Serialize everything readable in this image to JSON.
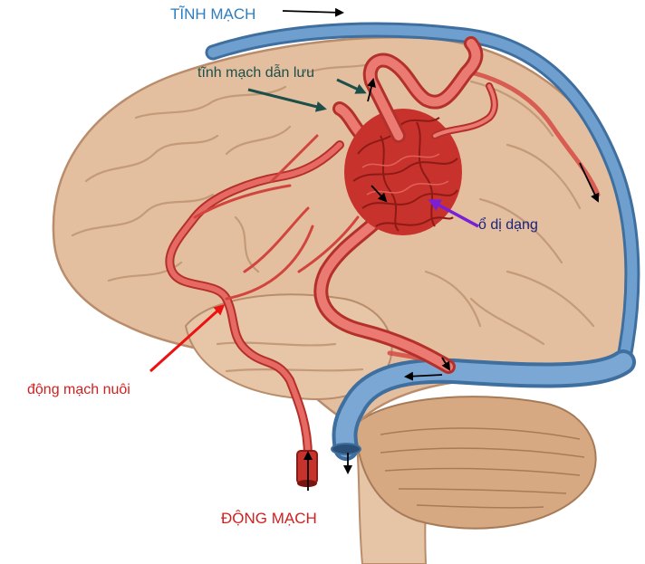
{
  "labels": {
    "vein": "TĨNH MẠCH",
    "draining_vein": "tĩnh mạch dẫn lưu",
    "nidus": "ổ dị dạng",
    "feeding_artery": "động mạch nuôi",
    "artery": "ĐỘNG MẠCH"
  },
  "colors": {
    "vein_label": "#2e7dbf",
    "draining_label": "#1d4f4a",
    "nidus_label": "#1a237e",
    "feeding_label": "#d11f1f",
    "artery_label": "#d11f1f",
    "vein_fill": "#5f8fbf",
    "artery_fill": "#e0605a",
    "nidus_fill": "#c8322c",
    "brain": "#e3bfa0",
    "cerebellum": "#d7a983"
  }
}
